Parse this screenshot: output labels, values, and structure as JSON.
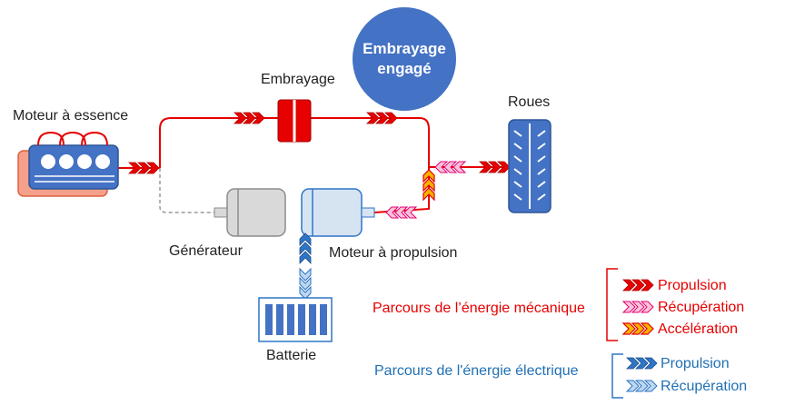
{
  "badge": {
    "line1": "Embrayage",
    "line2": "engagé",
    "color": "#4472C4"
  },
  "labels": {
    "engine": "Moteur à essence",
    "clutch": "Embrayage",
    "wheels": "Roues",
    "generator": "Générateur",
    "motor": "Moteur à propulsion",
    "battery": "Batterie"
  },
  "legend": {
    "mechanical": {
      "title": "Parcours de l’énergie mécanique",
      "color": "#E60000",
      "items": [
        {
          "label": "Propulsion",
          "icon": "red-chevron-icon"
        },
        {
          "label": "Récupération",
          "icon": "pink-chevron-icon"
        },
        {
          "label": "Accélération",
          "icon": "orange-chevron-icon"
        }
      ]
    },
    "electrical": {
      "title": "Parcours de l'énergie électrique",
      "color": "#1F6FB4",
      "items": [
        {
          "label": "Propulsion",
          "icon": "blue-chevron-icon"
        },
        {
          "label": "Récupération",
          "icon": "light-blue-chevron-icon"
        }
      ]
    }
  },
  "colors": {
    "mechanical_line": "#E60000",
    "electric_blue": "#4472C4",
    "pink_recovery": "#F8C3D7",
    "orange_accel": "#F4B400"
  }
}
